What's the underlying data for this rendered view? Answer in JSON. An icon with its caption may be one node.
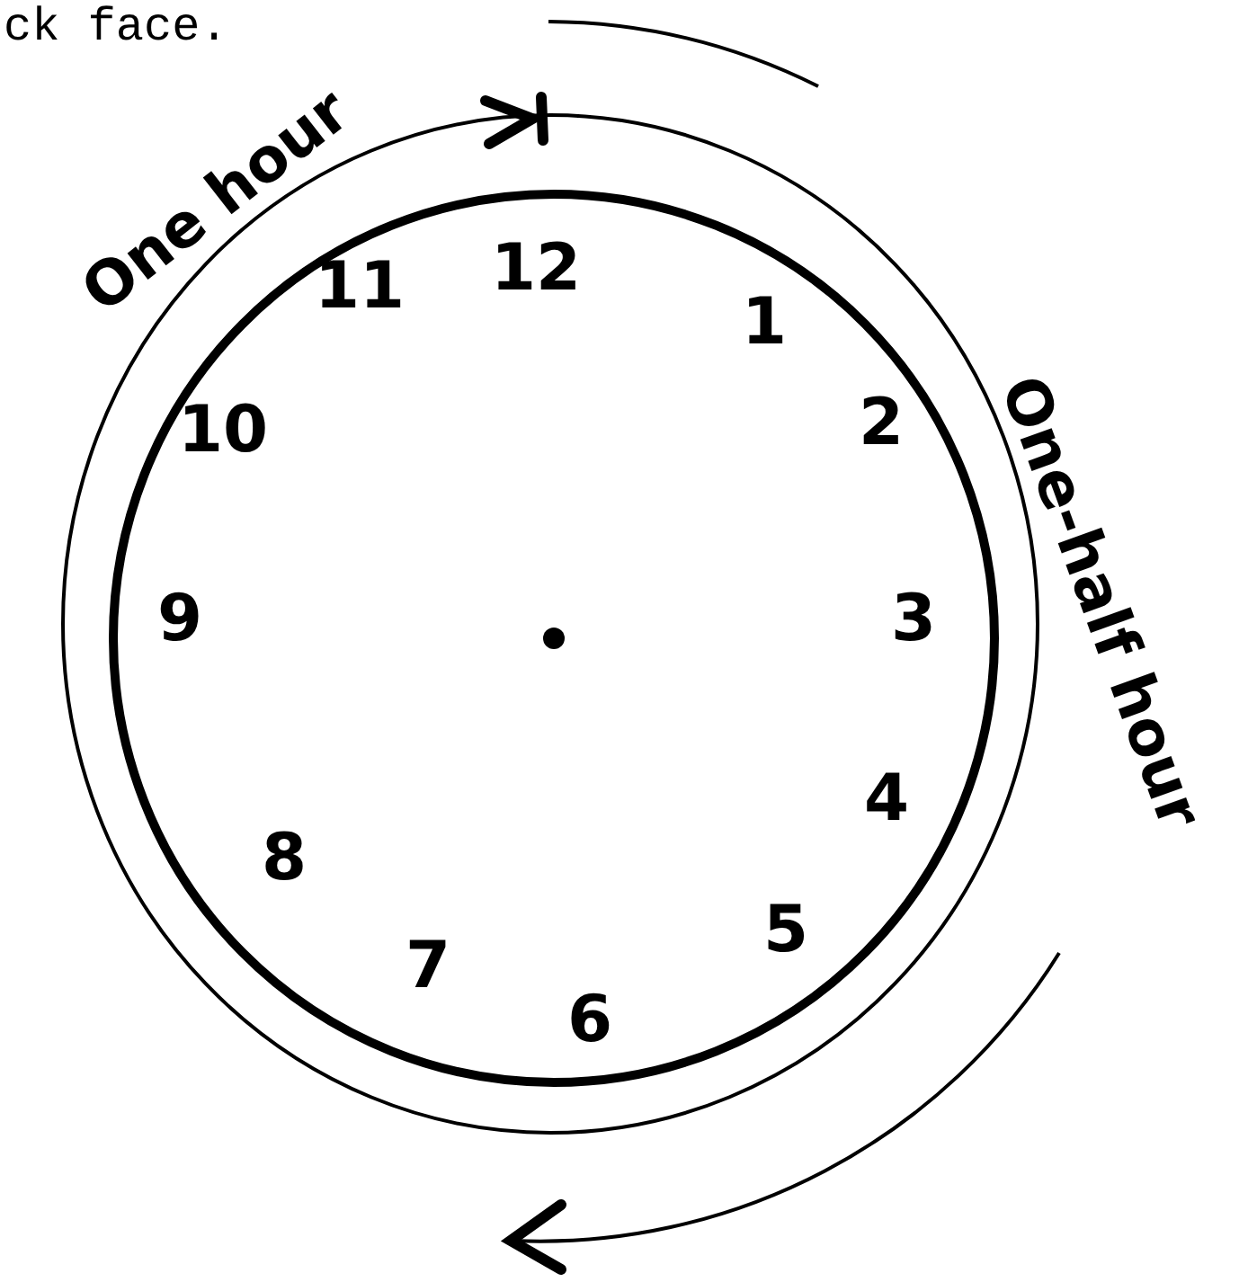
{
  "diagram": {
    "labels": [
      "ck face.",
      "One hour",
      "12",
      "11",
      "1",
      "10",
      "2",
      "One-half hour",
      "9",
      "3",
      "8",
      "4",
      "5",
      "7",
      "6"
    ]
  }
}
